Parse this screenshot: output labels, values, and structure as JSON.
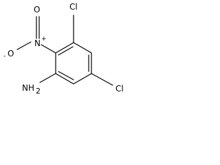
{
  "molecule": {
    "atoms": {
      "chlorine_top": "Cl",
      "chlorine_right": "Cl",
      "amine": "NH",
      "amine_subscript": "2",
      "nitro_nitrogen": "N",
      "nitro_charge_n": "+",
      "nitro_oxygen_top": "O",
      "nitro_oxygen_left": "O",
      "nitro_charge_o": "-"
    }
  }
}
